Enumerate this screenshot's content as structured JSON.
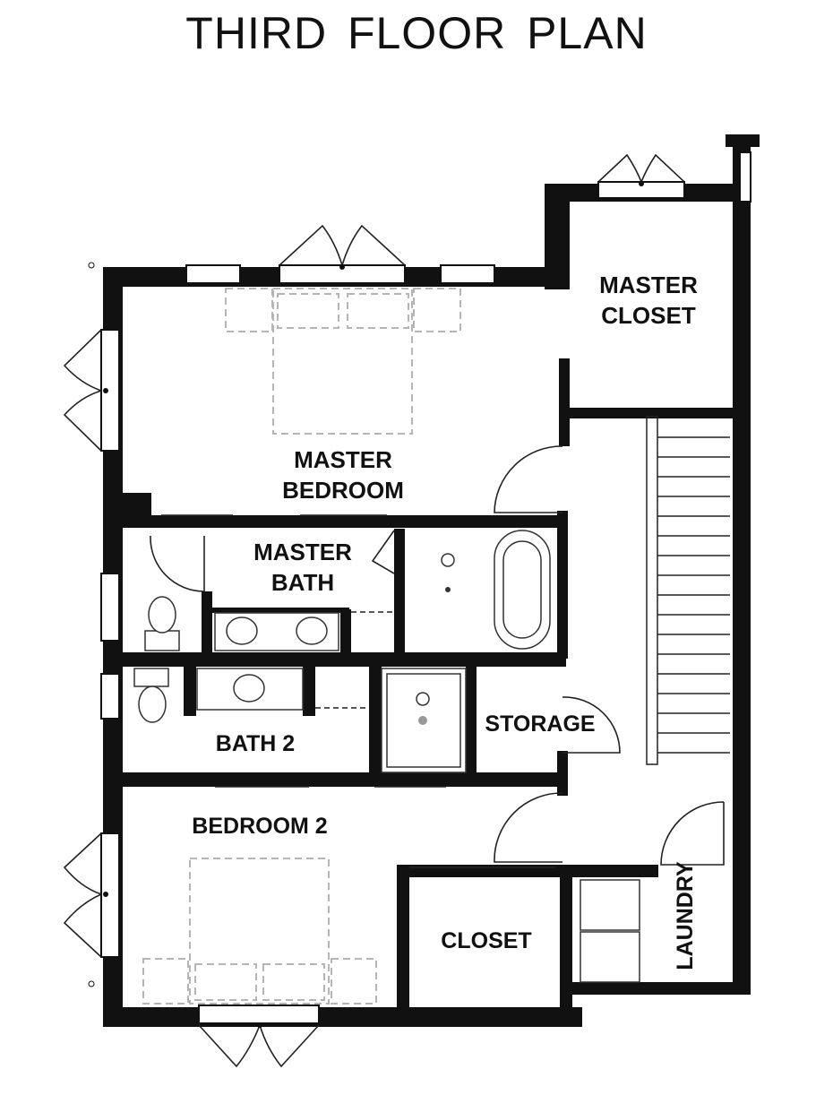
{
  "title": "THIRD  FLOOR PLAN",
  "rooms": {
    "master_closet": [
      "MASTER",
      "CLOSET"
    ],
    "master_bedroom": [
      "MASTER",
      "BEDROOM"
    ],
    "master_bath": [
      "MASTER",
      "BATH"
    ],
    "storage": "STORAGE",
    "bath2": "BATH 2",
    "bedroom2": "BEDROOM 2",
    "closet": "CLOSET",
    "laundry": "LAUNDRY"
  },
  "colors": {
    "wall": "#111111",
    "furniture": "#b5b5b5",
    "ink": "#222222"
  }
}
